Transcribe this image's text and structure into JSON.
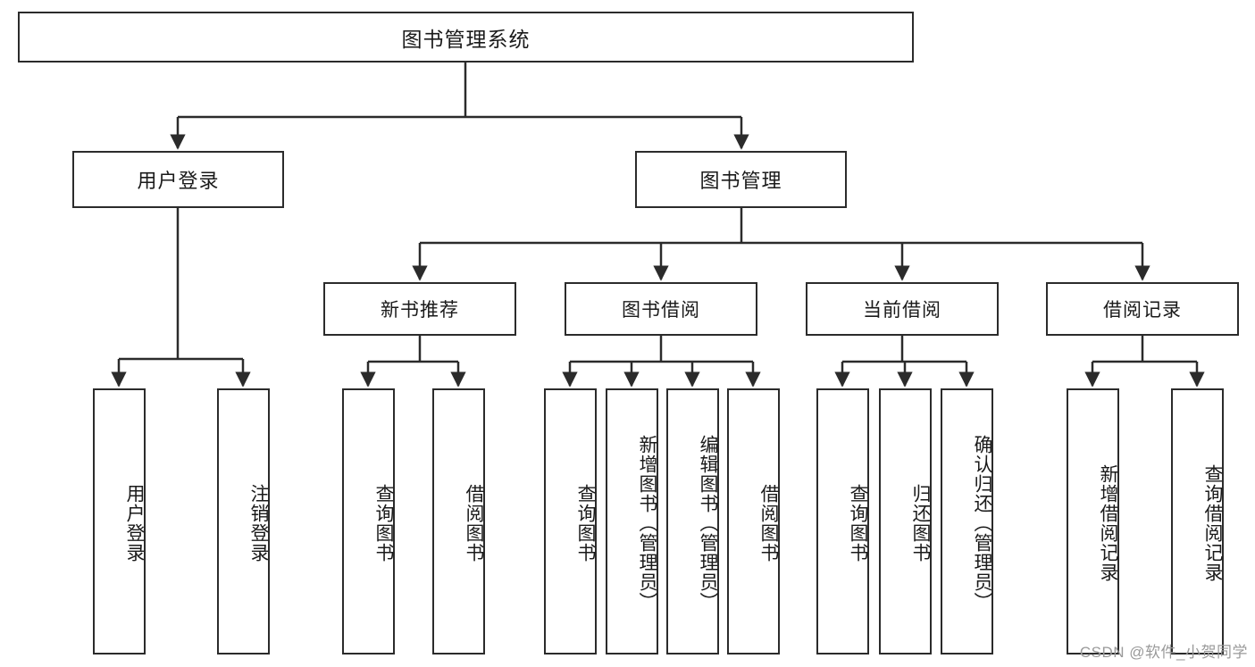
{
  "diagram": {
    "title": "图书管理系统",
    "type": "tree-hierarchy-diagram",
    "colors": {
      "box_border": "#2b2b2b",
      "box_fill": "#ffffff",
      "connector": "#2b2b2b",
      "text": "#1a1a1a",
      "watermark": "#9a9a9a",
      "background": "#ffffff"
    },
    "root": {
      "label": "图书管理系统"
    },
    "level1": [
      {
        "label": "用户登录"
      },
      {
        "label": "图书管理"
      }
    ],
    "level2": [
      {
        "label": "新书推荐"
      },
      {
        "label": "图书借阅"
      },
      {
        "label": "当前借阅"
      },
      {
        "label": "借阅记录"
      }
    ],
    "leaves": {
      "user_login": [
        {
          "label": "用户登录"
        },
        {
          "label": "注销登录"
        }
      ],
      "new_book_recommend": [
        {
          "label": "查询图书"
        },
        {
          "label": "借阅图书"
        }
      ],
      "book_borrow": [
        {
          "label": "查询图书"
        },
        {
          "label": "新增图书（管理员）"
        },
        {
          "label": "编辑图书（管理员）"
        },
        {
          "label": "借阅图书"
        }
      ],
      "current_borrow": [
        {
          "label": "查询图书"
        },
        {
          "label": "归还图书"
        },
        {
          "label": "确认归还（管理员）"
        }
      ],
      "borrow_record": [
        {
          "label": "新增借阅记录"
        },
        {
          "label": "查询借阅记录"
        }
      ]
    }
  },
  "watermark": {
    "text": "CSDN @软件_小贺同学"
  }
}
